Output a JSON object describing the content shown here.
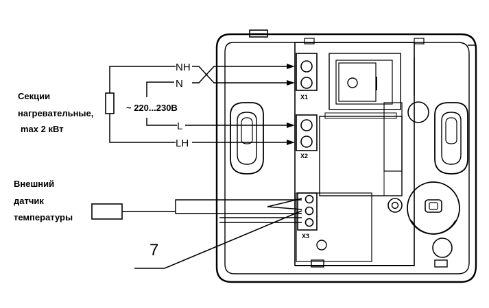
{
  "labels": {
    "heating_sections": [
      "Секции",
      "нагревательные,",
      "max 2 кВт"
    ],
    "external_sensor": [
      "Внешний",
      "датчик",
      "температуры"
    ],
    "callout_number": "7",
    "voltage": "~ 220...230В",
    "wires": {
      "nh": "NH",
      "n": "N",
      "l": "L",
      "lh": "LH"
    },
    "terminals": {
      "x1": "X1",
      "x2": "X2",
      "x3": "X3"
    }
  },
  "colors": {
    "line": "#000000",
    "background": "#ffffff"
  }
}
